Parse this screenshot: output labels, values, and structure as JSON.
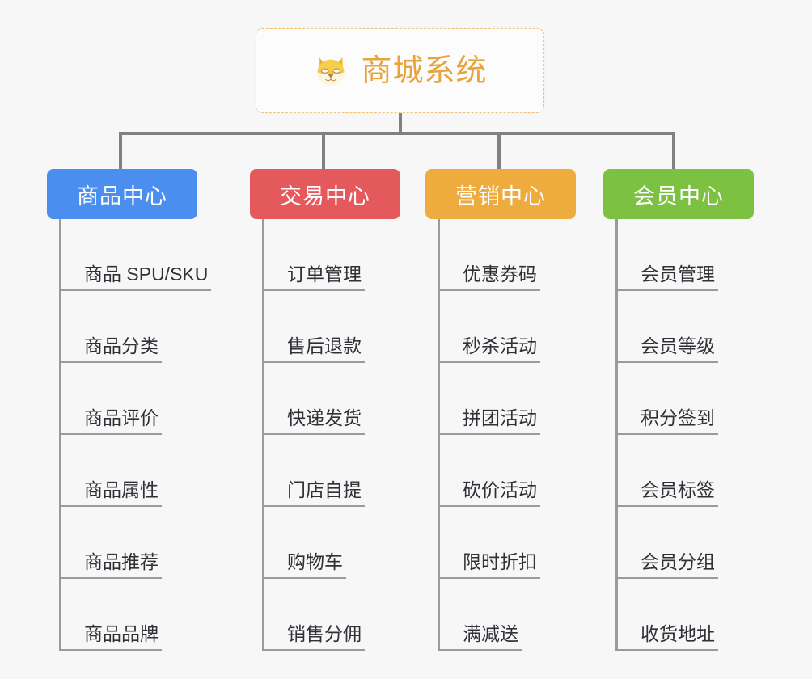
{
  "root": {
    "title": "商城系统",
    "icon": "shiba-dog-icon",
    "text_color": "#e8a33d",
    "border_color": "#f0c178",
    "background": "#fcfcfc"
  },
  "canvas": {
    "background": "#f7f7f7",
    "connector_color": "#808080"
  },
  "columns": [
    {
      "label": "商品中心",
      "color": "#4a8ff0",
      "items": [
        "商品 SPU/SKU",
        "商品分类",
        "商品评价",
        "商品属性",
        "商品推荐",
        "商品品牌"
      ]
    },
    {
      "label": "交易中心",
      "color": "#e4595b",
      "items": [
        "订单管理",
        "售后退款",
        "快递发货",
        "门店自提",
        "购物车",
        "销售分佣"
      ]
    },
    {
      "label": "营销中心",
      "color": "#eeab3e",
      "items": [
        "优惠券码",
        "秒杀活动",
        "拼团活动",
        "砍价活动",
        "限时折扣",
        "满减送"
      ]
    },
    {
      "label": "会员中心",
      "color": "#7cc142",
      "items": [
        "会员管理",
        "会员等级",
        "积分签到",
        "会员标签",
        "会员分组",
        "收货地址"
      ]
    }
  ]
}
